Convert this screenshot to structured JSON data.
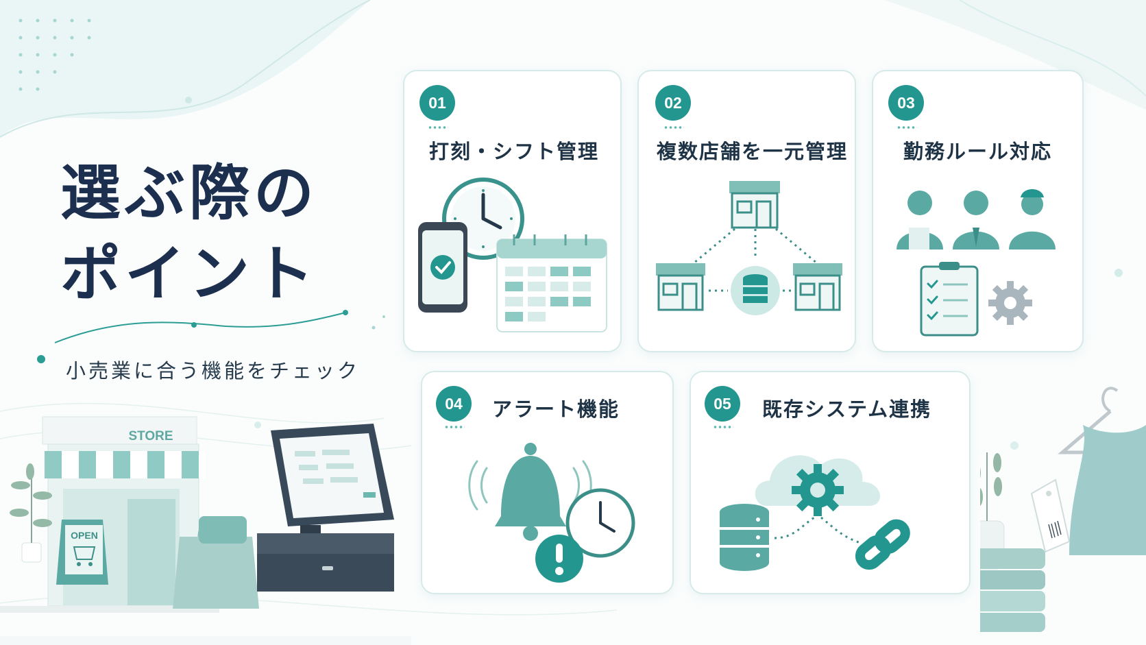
{
  "title": {
    "line1": "選ぶ際の",
    "line2": "ポイント"
  },
  "subtitle": "小売業に合う機能をチェック",
  "cards": [
    {
      "number": "01",
      "title": "打刻・シフト管理",
      "icon": "clock-phone-calendar-icon"
    },
    {
      "number": "02",
      "title": "複数店舗を一元管理",
      "icon": "store-network-icon"
    },
    {
      "number": "03",
      "title": "勤務ルール対応",
      "icon": "staff-checklist-icon"
    },
    {
      "number": "04",
      "title": "アラート機能",
      "icon": "bell-alert-icon"
    },
    {
      "number": "05",
      "title": "既存システム連携",
      "icon": "cloud-link-icon"
    }
  ],
  "store": {
    "sign": "STORE",
    "board": "OPEN"
  },
  "colors": {
    "accent": "#23978f",
    "light": "#9ed3cd",
    "navy": "#1c2f4e"
  }
}
